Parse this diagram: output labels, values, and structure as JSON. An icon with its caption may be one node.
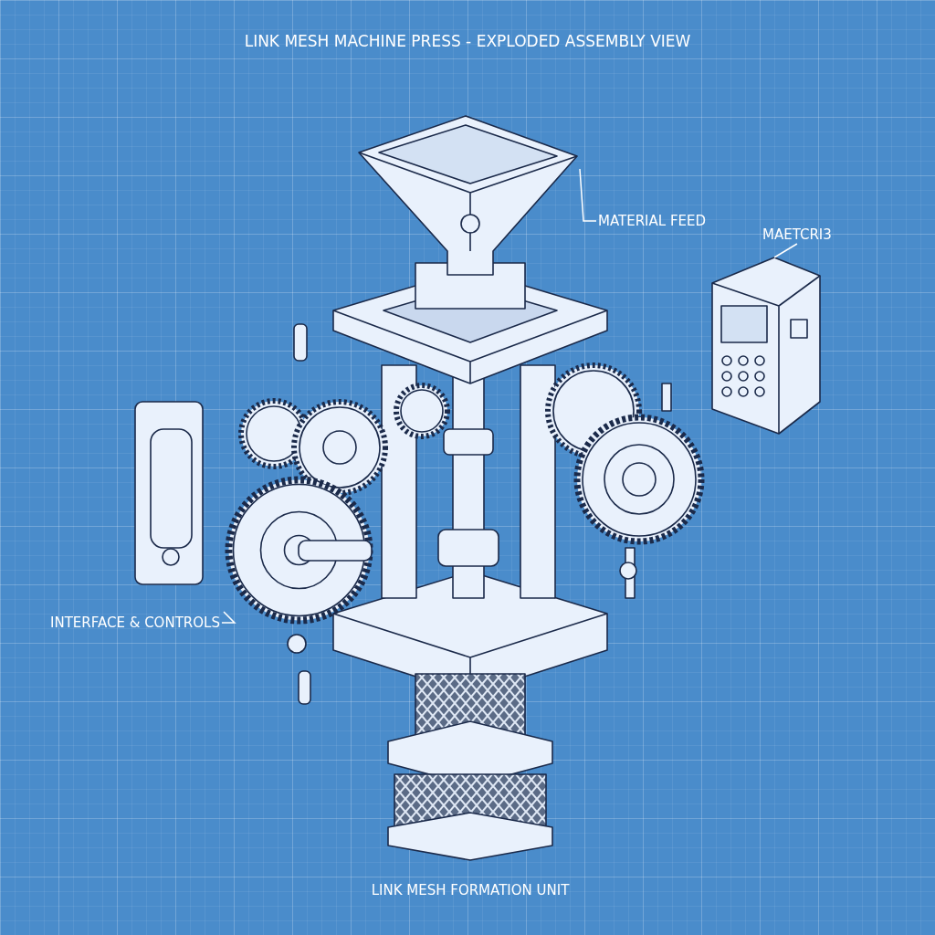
{
  "diagram": {
    "title": "LINK MESH MACHINE PRESS - EXPLODED ASSEMBLY VIEW",
    "nodes": [
      {
        "text": [
          "MATERIAL FEED"
        ]
      },
      {
        "text": [],
        "shape": "picture"
      },
      {
        "text": [
          "MAETCRI3"
        ]
      },
      {
        "text": [],
        "shape": "picture"
      },
      {
        "text": [
          "INTERFACE & CONTROLS"
        ]
      },
      {
        "text": [],
        "shape": "picture"
      }
    ],
    "edges": [
      {
        "from": 0,
        "to": 1,
        "arrow": "none"
      },
      {
        "from": 2,
        "to": 3,
        "arrow": "none"
      },
      {
        "from": 4,
        "to": 5,
        "arrow": "none"
      }
    ],
    "labels": [
      "LINK MESH FORMATION UNIT"
    ]
  }
}
